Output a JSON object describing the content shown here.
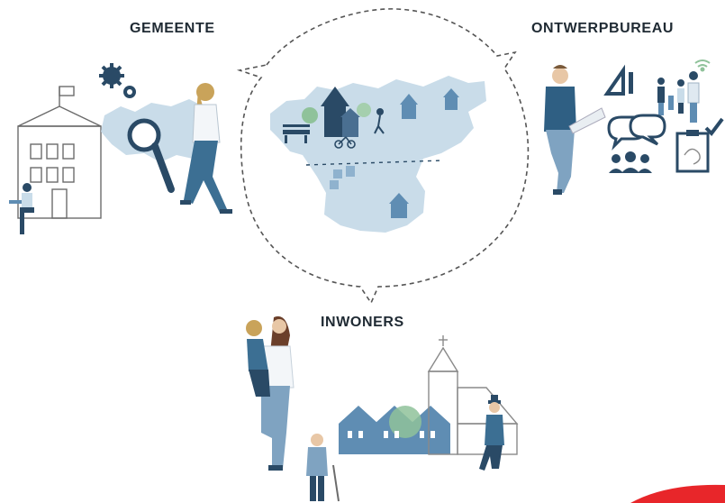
{
  "labels": {
    "gemeente": "GEMEENTE",
    "ontwerpbureau": "ONTWERPBUREAU",
    "inwoners": "INWONERS"
  },
  "colors": {
    "navy": "#2a4a66",
    "mid_blue": "#5f8db3",
    "light_blue": "#c9dce9",
    "pale_blue": "#dfe9f1",
    "green": "#8fc29a",
    "outline": "#8a8a8a",
    "accent_red": "#e8262a"
  },
  "icons": [
    "gear-icon",
    "magnifier-icon",
    "ruler-icon",
    "speech-bubble-icon",
    "group-icon",
    "clipboard-icon",
    "wifi-icon",
    "check-icon"
  ]
}
